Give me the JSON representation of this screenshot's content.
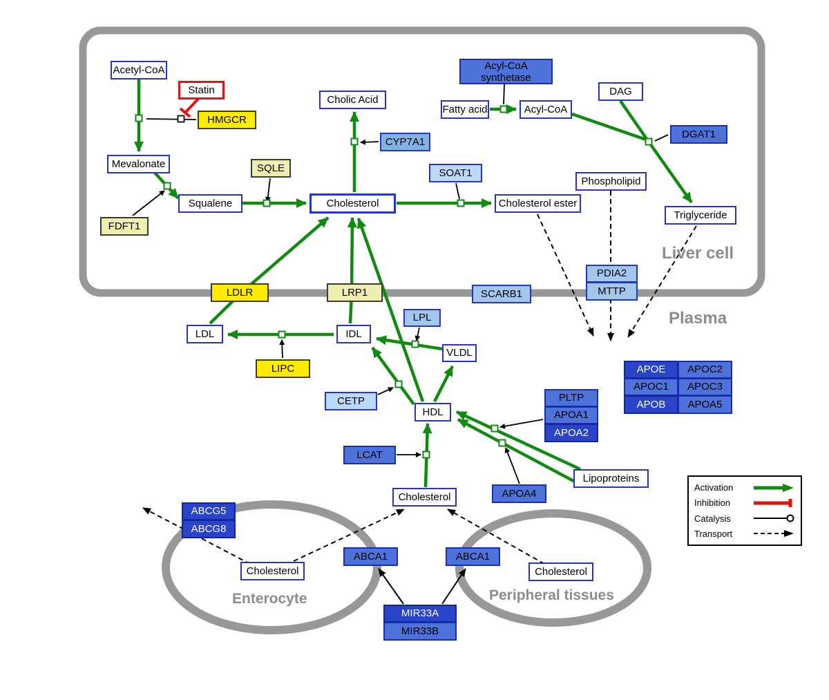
{
  "compartments": {
    "liver": "Liver cell",
    "plasma": "Plasma",
    "enterocyte": "Enterocyte",
    "peripheral": "Peripheral tissues"
  },
  "nodes": {
    "acetyl_coa": "Acetyl-CoA",
    "statin": "Statin",
    "hmgcr": "HMGCR",
    "mevalonate": "Mevalonate",
    "fdft1": "FDFT1",
    "sqle": "SQLE",
    "squalene": "Squalene",
    "cholesterol_liver": "Cholesterol",
    "cholic_acid": "Cholic Acid",
    "cyp7a1": "CYP7A1",
    "soat1": "SOAT1",
    "cholesterol_ester": "Cholesterol ester",
    "acyl_coa_synthetase": "Acyl-CoA synthetase",
    "fatty_acid": "Fatty acid",
    "acyl_coa": "Acyl-CoA",
    "dag": "DAG",
    "dgat1": "DGAT1",
    "phospholipid": "Phospholipid",
    "triglyceride": "Triglyceride",
    "ldlr": "LDLR",
    "lrp1": "LRP1",
    "scarb1": "SCARB1",
    "pdia2": "PDIA2",
    "mttp": "MTTP",
    "ldl": "LDL",
    "idl": "IDL",
    "lpl": "LPL",
    "vldl": "VLDL",
    "lipc": "LIPC",
    "cetp": "CETP",
    "hdl": "HDL",
    "lcat": "LCAT",
    "pltp": "PLTP",
    "apoa1": "APOA1",
    "apoa2": "APOA2",
    "apoa4": "APOA4",
    "lipoproteins": "Lipoproteins",
    "apoe": "APOE",
    "apoc2": "APOC2",
    "apoc1": "APOC1",
    "apoc3": "APOC3",
    "apob": "APOB",
    "apoa5": "APOA5",
    "cholesterol_plasma": "Cholesterol",
    "abcg5": "ABCG5",
    "abcg8": "ABCG8",
    "cholesterol_enterocyte": "Cholesterol",
    "abca1_left": "ABCA1",
    "abca1_right": "ABCA1",
    "cholesterol_peripheral": "Cholesterol",
    "mir33a": "MIR33A",
    "mir33b": "MIR33B"
  },
  "legend": {
    "activation": "Activation",
    "inhibition": "Inhibition",
    "catalysis": "Catalysis",
    "transport": "Transport"
  },
  "colors": {
    "activation_green": "#118a11",
    "inhibition_red": "#e81010",
    "membrane_gray": "#989898",
    "node_border_blue": "#2433cc",
    "yellow": "#ffec00",
    "pale_yellow": "#f0edb0",
    "light_blue": "#bcd9f8",
    "mid_blue": "#a3c6ee",
    "strong_light_blue": "#83b2e4",
    "medium_blue": "#4d72da",
    "dark_blue": "#2944c8"
  }
}
